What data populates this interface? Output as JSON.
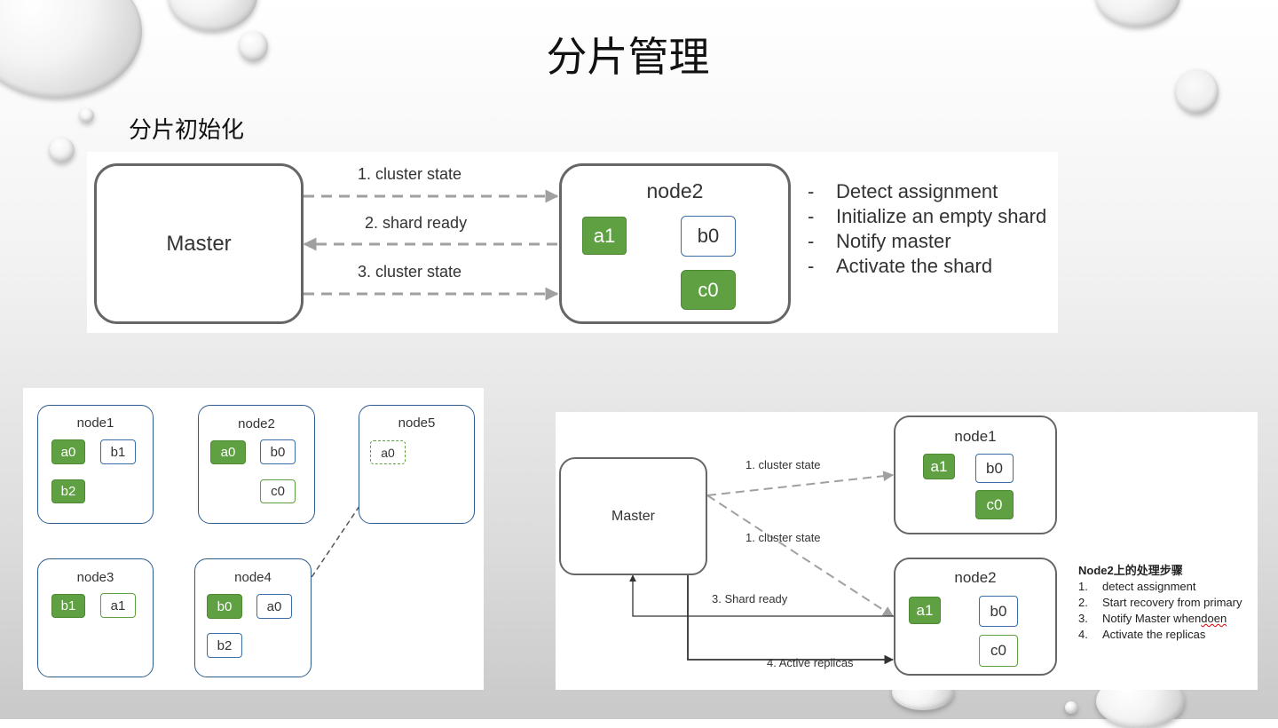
{
  "slide": {
    "title": "分片管理",
    "subtitle": "分片初始化"
  },
  "top_diagram": {
    "master_label": "Master",
    "node_label": "node2",
    "arrows": [
      "1. cluster state",
      "2. shard ready",
      "3. cluster state"
    ],
    "shards": {
      "a1": "a1",
      "b0": "b0",
      "c0": "c0"
    },
    "bullets": [
      {
        "marker": "-",
        "text": "Detect assignment"
      },
      {
        "marker": "-",
        "text": "Initialize an empty shard"
      },
      {
        "marker": "-",
        "text": "Notify master"
      },
      {
        "marker": "-",
        "text": "Activate the shard"
      }
    ]
  },
  "bottom_left": {
    "node1": {
      "label": "node1",
      "shards": [
        "a0",
        "b1",
        "b2"
      ]
    },
    "node2": {
      "label": "node2",
      "shards": [
        "a0",
        "b0",
        "c0"
      ]
    },
    "node5": {
      "label": "node5",
      "shards": [
        "a0"
      ]
    },
    "node3": {
      "label": "node3",
      "shards": [
        "b1",
        "a1"
      ]
    },
    "node4": {
      "label": "node4",
      "shards": [
        "b0",
        "a0",
        "b2"
      ]
    }
  },
  "bottom_right": {
    "master_label": "Master",
    "node1": {
      "label": "node1",
      "shards": [
        "a1",
        "b0",
        "c0"
      ]
    },
    "node2": {
      "label": "node2",
      "shards": [
        "a1",
        "b0",
        "c0"
      ]
    },
    "arrows": [
      "1. cluster state",
      "1. cluster state",
      "3. Shard ready",
      "4. Active replicas"
    ],
    "steps_heading": "Node2上的处理步骤",
    "steps": [
      {
        "marker": "1.",
        "text_before": "detect assignment",
        "underlined": ""
      },
      {
        "marker": "2.",
        "text_before": "Start recovery from primary",
        "underlined": ""
      },
      {
        "marker": "3.",
        "text_before": "Notify Master when ",
        "underlined": "doen"
      },
      {
        "marker": "4.",
        "text_before": "Activate the replicas",
        "underlined": ""
      }
    ]
  },
  "colors": {
    "primary_shard": "#5fa043",
    "replica_border_blue": "#3a6ea5",
    "box_border": "#666666",
    "node_border_blue": "#2e5c8f"
  }
}
